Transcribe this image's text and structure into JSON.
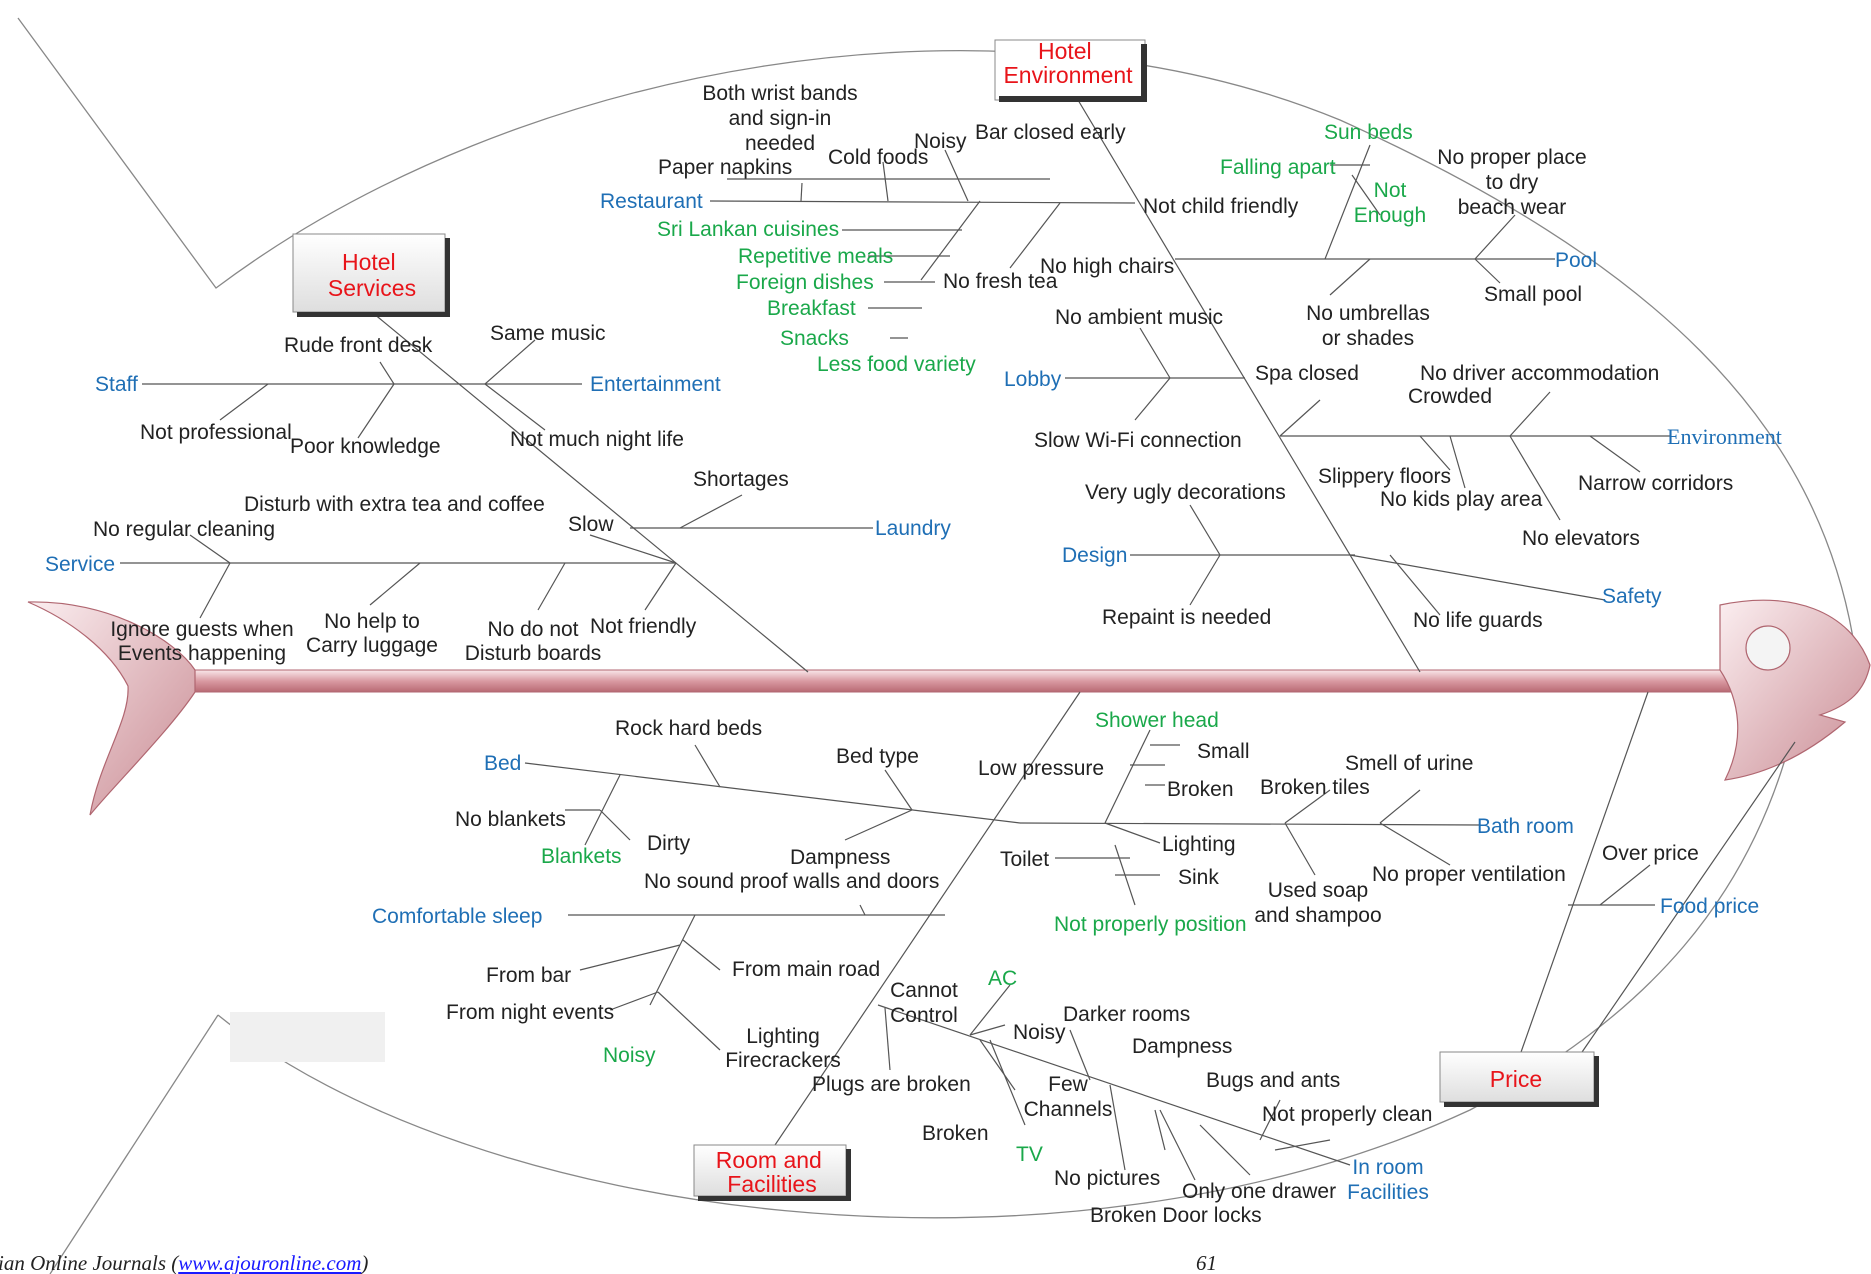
{
  "colors": {
    "category_red": "#e8141a",
    "cause_blue": "#1f6fb5",
    "sub_green": "#1aa84a",
    "text_black": "#222222",
    "spine": "#e8b9be"
  },
  "categories": {
    "hotel_environment": "Hotel\nEnvironment",
    "hotel_services": "Hotel\nServices",
    "room_and_facilities": "Room and\nFacilities",
    "price": "Price"
  },
  "causes": {
    "restaurant": "Restaurant",
    "pool": "Pool",
    "staff": "Staff",
    "entertainment": "Entertainment",
    "lobby": "Lobby",
    "environment": "Environment",
    "laundry": "Laundry",
    "service": "Service",
    "design": "Design",
    "safety": "Safety",
    "bed": "Bed",
    "bath_room": "Bath room",
    "comfortable_sleep": "Comfortable sleep",
    "food_price": "Food price",
    "in_room_facilities": "In room\nFacilities"
  },
  "green_labels": {
    "sri_lankan": "Sri Lankan cuisines",
    "repetitive": "Repetitive meals",
    "foreign": "Foreign dishes",
    "breakfast": "Breakfast",
    "snacks": "Snacks",
    "less_food": "Less food variety",
    "sun_beds": "Sun beds",
    "falling_apart": "Falling apart",
    "not_enough": "Not\nEnough",
    "shower_head": "Shower head",
    "blankets": "Blankets",
    "not_properly_position": "Not properly position",
    "noisy_room": "Noisy",
    "ac": "AC",
    "tv": "TV"
  },
  "black_labels": {
    "wrist": "Both wrist bands\nand sign-in\nneeded",
    "cold_foods": "Cold foods",
    "noisy_rest": "Noisy",
    "bar_closed": "Bar closed early",
    "paper_napkins": "Paper napkins",
    "not_child": "Not child friendly",
    "no_high_chairs": "No high chairs",
    "no_fresh_tea": "No fresh tea",
    "no_proper_place": "No proper place\nto dry\nbeach wear",
    "small_pool": "Small pool",
    "no_umbrellas": "No umbrellas\nor shades",
    "rude_front": "Rude front desk",
    "same_music": "Same music",
    "not_professional": "Not professional",
    "poor_knowledge": "Poor knowledge",
    "not_much_night": "Not much night life",
    "no_ambient": "No ambient music",
    "spa_closed": "Spa closed",
    "no_driver": "No driver accommodation",
    "crowded": "Crowded",
    "slow_wifi": "Slow Wi-Fi connection",
    "slippery": "Slippery floors",
    "no_kids": "No kids play area",
    "narrow": "Narrow corridors",
    "no_elevators": "No elevators",
    "shortages": "Shortages",
    "disturb_tea": "Disturb with extra tea and coffee",
    "slow": "Slow",
    "no_regular": "No regular cleaning",
    "ignore_guests": "Ignore guests when\nEvents happening",
    "no_help": "No help to\nCarry luggage",
    "no_dnd": "No do not\nDisturb boards",
    "not_friendly": "Not friendly",
    "ugly_decor": "Very ugly decorations",
    "repaint": "Repaint is needed",
    "no_life_guards": "No life guards",
    "rock_hard": "Rock hard beds",
    "bed_type": "Bed type",
    "low_pressure": "Low pressure",
    "small_shower": "Small",
    "broken_shower": "Broken",
    "smell_urine": "Smell of urine",
    "broken_tiles": "Broken tiles",
    "no_blankets": "No blankets",
    "dirty": "Dirty",
    "dampness_bed": "Dampness",
    "toilet": "Toilet",
    "lighting_bath": "Lighting",
    "sink": "Sink",
    "used_soap": "Used soap\nand shampoo",
    "no_ventilation": "No proper ventilation",
    "over_price": "Over price",
    "no_soundproof": "No sound proof walls and doors",
    "from_bar": "From bar",
    "from_main_road": "From main road",
    "from_night": "From night events",
    "lighting_fire": "Lighting\nFirecrackers",
    "cannot_control": "Cannot\nControl",
    "darker_rooms": "Darker rooms",
    "plugs_broken": "Plugs are broken",
    "dampness_room": "Dampness",
    "few_channels": "Few\nChannels",
    "bugs": "Bugs and ants",
    "broken_tv": "Broken",
    "not_clean": "Not properly clean",
    "no_pictures": "No pictures",
    "one_drawer": "Only one drawer",
    "broken_locks": "Broken Door locks"
  },
  "footer": {
    "left_text": "ian Online Journals (",
    "link_text": "www.ajouronline.com",
    "left_close": ")",
    "page_number": "61"
  }
}
